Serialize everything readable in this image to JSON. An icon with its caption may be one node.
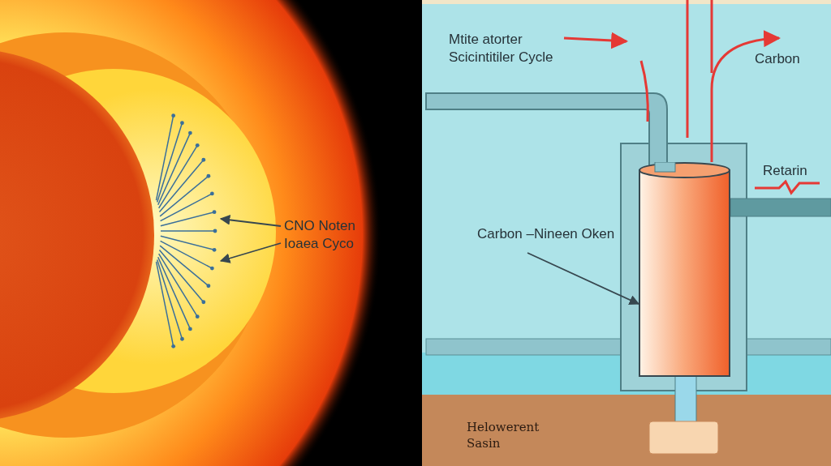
{
  "diagram": {
    "nodes": [
      {
        "text": [
          "CNO Noten Ioaea Cyco"
        ]
      },
      {
        "text": [
          "Mtite atorter Scicintitiler Cycle"
        ]
      },
      {
        "text": [
          "Carbon"
        ]
      },
      {
        "text": [
          "Retarin"
        ]
      },
      {
        "text": [
          "Carbon –Nineen Oken"
        ]
      },
      {
        "text": [],
        "shape": "cylinder"
      }
    ],
    "edges": [
      {
        "from": 0,
        "to": null,
        "arrow": "to"
      },
      {
        "from": 0,
        "to": null,
        "arrow": "to"
      },
      {
        "from": 1,
        "to": null,
        "arrow": "to",
        "color": "#e53935"
      },
      {
        "from": 4,
        "to": 5,
        "arrow": "to"
      },
      {
        "from": 5,
        "to": 2,
        "arrow": "to",
        "color": "#e53935"
      }
    ],
    "labels": [
      "Helowerent Sasin"
    ]
  }
}
